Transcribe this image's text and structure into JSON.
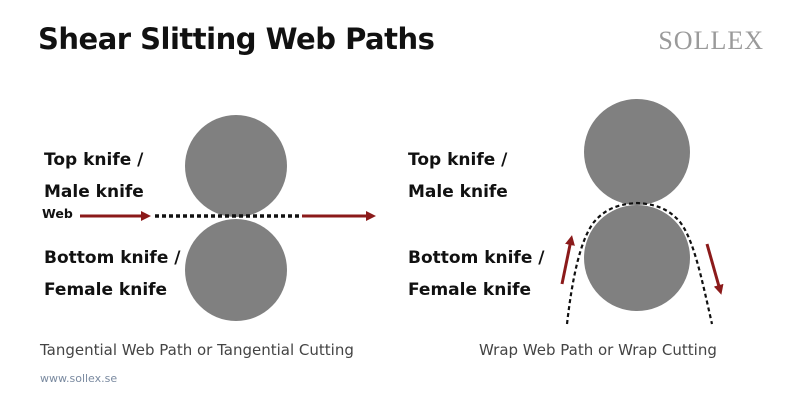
{
  "title": "Shear Slitting Web Paths",
  "logo": "SOLLEX",
  "left": {
    "top_knife": [
      "Top knife /",
      "Male knife"
    ],
    "web_label": "Web",
    "bottom_knife": [
      "Bottom knife /",
      "Female knife"
    ],
    "caption": "Tangential Web Path or Tangential Cutting"
  },
  "right": {
    "top_knife": [
      "Top knife /",
      "Male knife"
    ],
    "bottom_knife": [
      "Bottom knife /",
      "Female knife"
    ],
    "caption": "Wrap Web Path or Wrap Cutting"
  },
  "footer": {
    "url": "www.sollex.se"
  },
  "colors": {
    "knife": "#808080",
    "arrow": "#8b1a1a",
    "text": "#111111"
  }
}
